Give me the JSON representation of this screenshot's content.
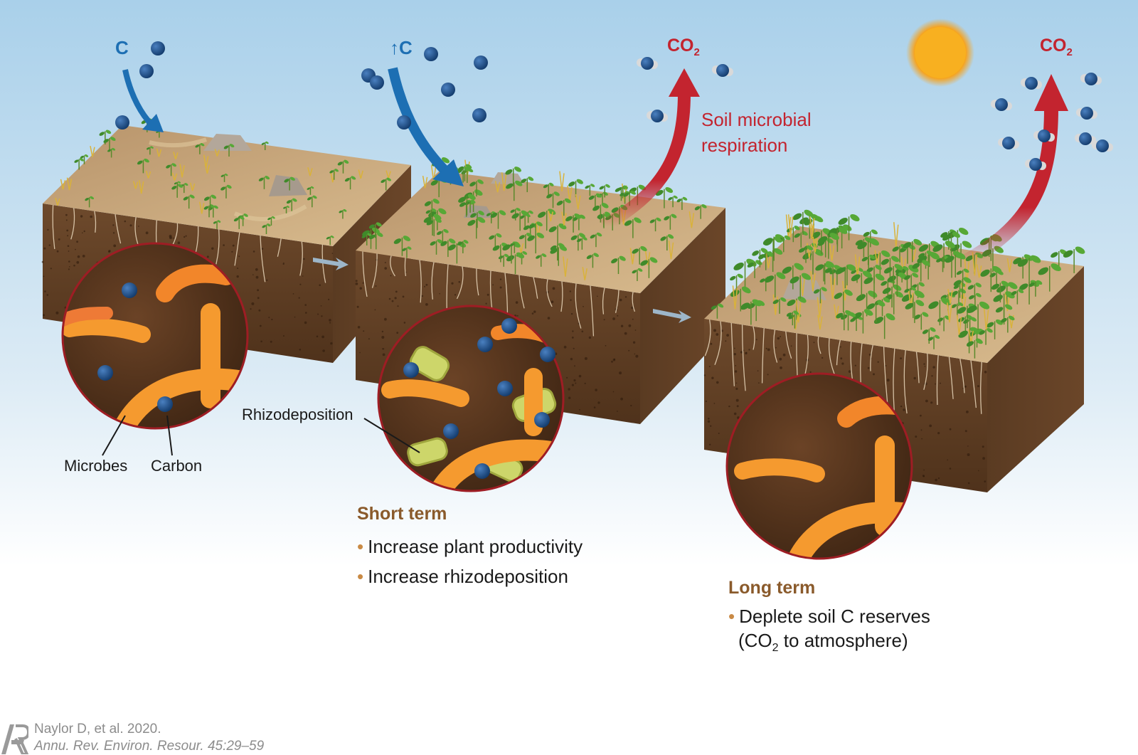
{
  "carbon_labels": {
    "panel1": "C",
    "panel2": "↑C"
  },
  "co2_labels": {
    "panel2": {
      "main": "CO",
      "sub": "2"
    },
    "panel3": {
      "main": "CO",
      "sub": "2"
    }
  },
  "respiration": {
    "line1": "Soil microbial",
    "line2": "respiration"
  },
  "callouts": {
    "microbes": "Microbes",
    "carbon": "Carbon",
    "rhizodeposition": "Rhizodeposition"
  },
  "short_term": {
    "title": "Short term",
    "items": [
      "Increase plant productivity",
      "Increase rhizodeposition"
    ]
  },
  "long_term": {
    "title": "Long term",
    "item1": "Deplete soil C reserves",
    "item2_pre": "(CO",
    "item2_sub": "2",
    "item2_post": " to atmosphere)"
  },
  "credit": {
    "line1": "Naylor D, et al. 2020.",
    "line2": "Annu. Rev. Environ. Resour. 45:29–59"
  },
  "colors": {
    "sky_top": "#a9d0ea",
    "soil": "#5b3a20",
    "soil_top": "#c9a578",
    "microbe": "#f08a1f",
    "carbon": "#17457e",
    "co2_arrow": "#c3242f",
    "c_arrow": "#1d6fb3",
    "box": "#fbeee5",
    "title_brown": "#8a5a2b"
  }
}
